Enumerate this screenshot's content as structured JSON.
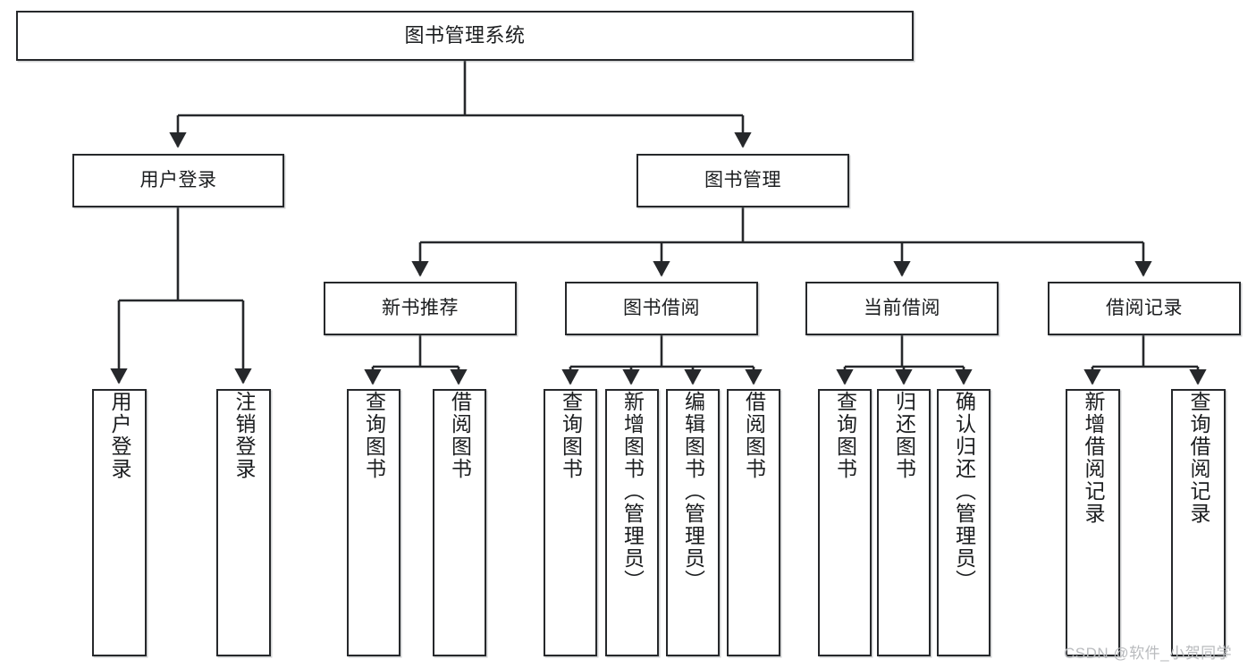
{
  "diagram": {
    "title": "图书管理系统",
    "type": "hierarchy-tree",
    "colors": {
      "stroke": "#26282b",
      "fill": "#ffffff",
      "text": "#1b1d1f",
      "watermark": "#b9bbbe"
    },
    "root": {
      "label": "图书管理系统"
    },
    "level1": [
      {
        "label": "用户登录"
      },
      {
        "label": "图书管理"
      }
    ],
    "level2": [
      {
        "label": "新书推荐"
      },
      {
        "label": "图书借阅"
      },
      {
        "label": "当前借阅"
      },
      {
        "label": "借阅记录"
      }
    ],
    "leaves": {
      "user_login": [
        {
          "label": "用户登录"
        },
        {
          "label": "注销登录"
        }
      ],
      "new_book_recommend": [
        {
          "label": "查询图书"
        },
        {
          "label": "借阅图书"
        }
      ],
      "book_borrow": [
        {
          "label": "查询图书"
        },
        {
          "label": "新增图书（管理员）"
        },
        {
          "label": "编辑图书（管理员）"
        },
        {
          "label": "借阅图书"
        }
      ],
      "current_borrow": [
        {
          "label": "查询图书"
        },
        {
          "label": "归还图书"
        },
        {
          "label": "确认归还（管理员）"
        }
      ],
      "borrow_record": [
        {
          "label": "新增借阅记录"
        },
        {
          "label": "查询借阅记录"
        }
      ]
    },
    "watermark": "CSDN @软件_小贺同学"
  }
}
